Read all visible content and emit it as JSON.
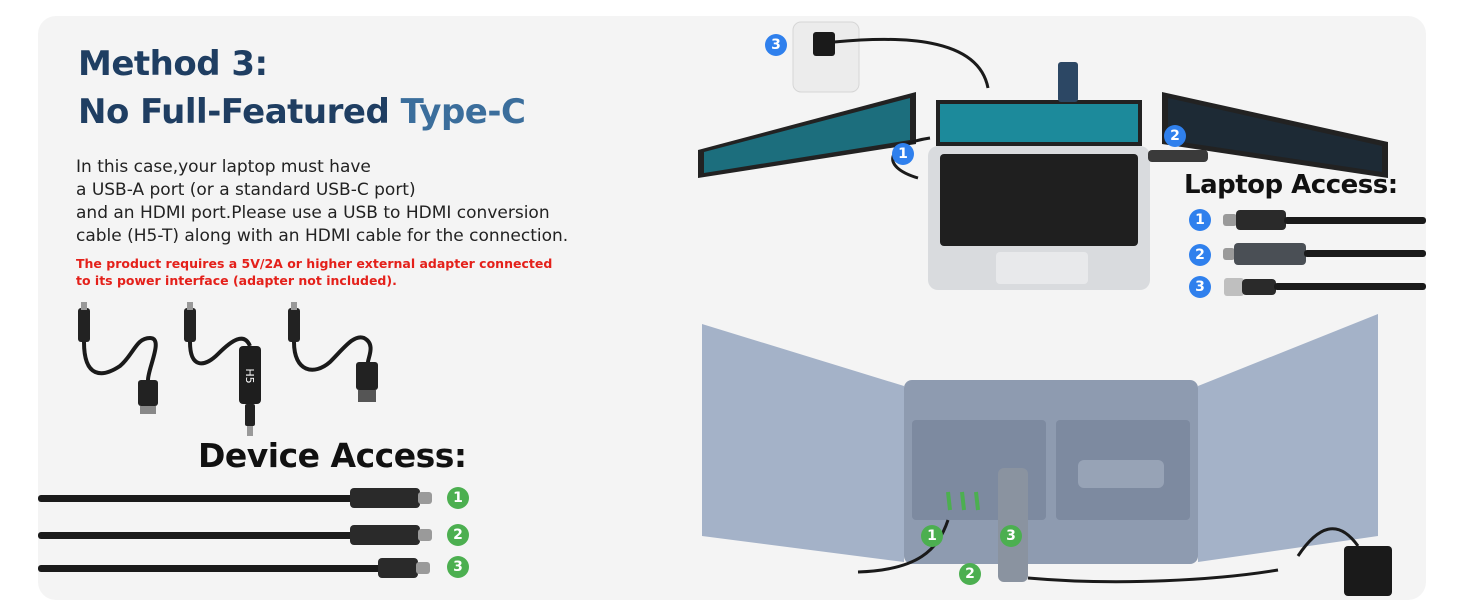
{
  "heading": {
    "line1": "Method 3:",
    "line2_dark": "No Full-Featured",
    "line2_accent": "Type-C"
  },
  "description": [
    "In this case,your laptop must have",
    "a USB-A port (or a standard USB-C port)",
    "and an HDMI port.Please use a USB to HDMI conversion",
    "cable (H5-T) along with an HDMI cable for the connection."
  ],
  "warning": [
    "The product requires a 5V/2A or higher external adapter connected",
    "to its power interface (adapter not included)."
  ],
  "cable_label": "H5",
  "device_access": {
    "title": "Device Access:",
    "badges": [
      "1",
      "2",
      "3"
    ]
  },
  "laptop_access": {
    "title": "Laptop Access:",
    "badges": [
      "1",
      "2",
      "3"
    ]
  },
  "top_scene_badges": [
    "1",
    "2",
    "3"
  ],
  "bottom_scene_badges": [
    "1",
    "2",
    "3"
  ],
  "colors": {
    "title_dark": "#1f3e62",
    "title_accent": "#3b6e9c",
    "warning": "#e4201a",
    "badge_green": "#4caf50",
    "badge_blue": "#2f80ed"
  }
}
